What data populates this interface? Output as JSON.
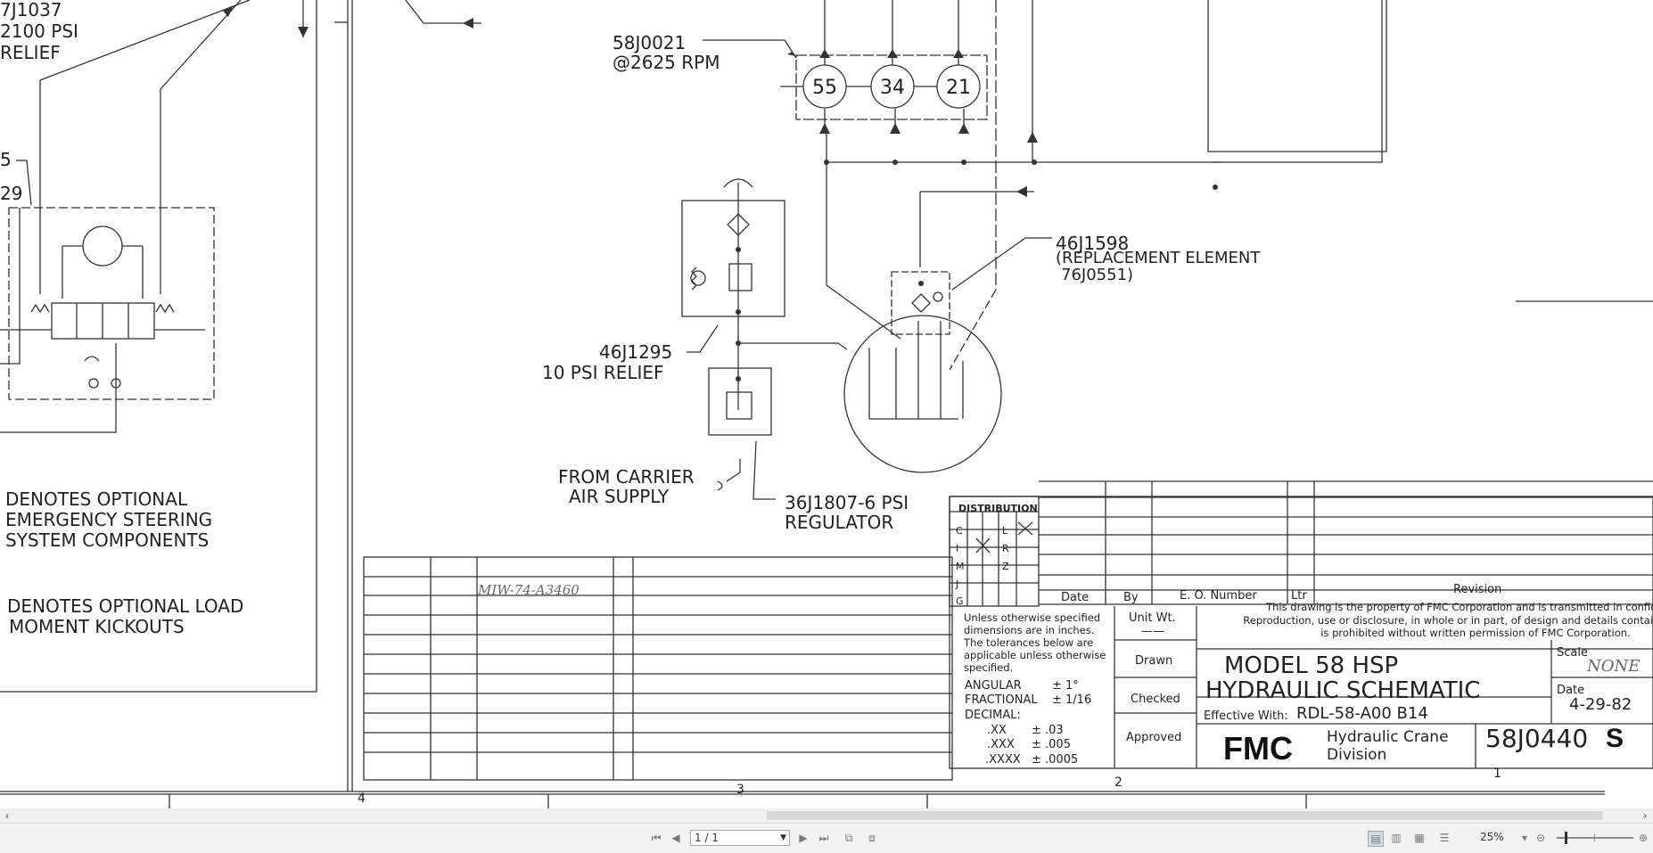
{
  "drawing": {
    "labels": {
      "top_left_part": "7J1037",
      "top_left_psi": "2100 PSI",
      "top_left_relief": "RELIEF",
      "left_callout_a": "5",
      "left_callout_b": "29",
      "pump_part": "58J0021",
      "pump_rpm": "@2625 RPM",
      "pump_sec_1": "55",
      "pump_sec_2": "34",
      "pump_sec_3": "21",
      "filter_part": "46J1598",
      "filter_replacement": "(REPLACEMENT ELEMENT",
      "filter_element": "76J0551)",
      "relief_part": "46J1295",
      "relief_desc": "10 PSI RELIEF",
      "carrier_line1": "FROM CARRIER",
      "carrier_line2": "AIR SUPPLY",
      "regulator_part": "36J1807-6 PSI",
      "regulator_desc": "REGULATOR",
      "note1_line1": "DENOTES OPTIONAL",
      "note1_line2": "EMERGENCY STEERING",
      "note1_line3": "SYSTEM COMPONENTS",
      "note2_line1": "DENOTES OPTIONAL LOAD",
      "note2_line2": "MOMENT KICKOUTS",
      "handwritten_ref": "MIW-74-A3460",
      "zone_4": "4",
      "zone_3": "3",
      "zone_2": "2",
      "zone_1": "1"
    },
    "title_block": {
      "distribution_header": "DISTRIBUTION",
      "dist_left": [
        "C",
        "I",
        "M",
        "J",
        "G"
      ],
      "dist_right": [
        "L",
        "R",
        "Z"
      ],
      "rev_date": "Date",
      "rev_by": "By",
      "rev_eo": "E. O. Number",
      "rev_ltr": "Ltr",
      "rev_revision": "Revision",
      "tol_line1": "Unless otherwise specified",
      "tol_line2": "dimensions are in inches.",
      "tol_line3": "The tolerances below are",
      "tol_line4": "applicable unless otherwise",
      "tol_line5": "specified.",
      "angular_label": "ANGULAR",
      "angular_value": "± 1°",
      "fractional_label": "FRACTIONAL",
      "fractional_value": "± 1/16",
      "decimal_label": "DECIMAL:",
      "dec_xx_label": ".XX",
      "dec_xx_value": "± .03",
      "dec_xxx_label": ".XXX",
      "dec_xxx_value": "± .005",
      "dec_xxxx_label": ".XXXX",
      "dec_xxxx_value": "± .0005",
      "unit_wt": "Unit Wt.",
      "unit_wt_value": "——",
      "drawn": "Drawn",
      "checked": "Checked",
      "approved": "Approved",
      "property_line1": "This drawing is the property of FMC Corporation and is transmitted in confidence.",
      "property_line2": "Reproduction, use or disclosure, in whole or in part, of design and details contained herein",
      "property_line3": "is prohibited without written permission of FMC Corporation.",
      "title_line1": "MODEL 58  HSP",
      "title_line2": "HYDRAULIC  SCHEMATIC",
      "effective_label": "Effective With:",
      "effective_value": "RDL-58-A00  B14",
      "scale_label": "Scale",
      "scale_value": "NONE",
      "date_label": "Date",
      "date_value": "4-29-82",
      "company_logo": "FMC",
      "division_line1": "Hydraulic Crane",
      "division_line2": "Division",
      "drawing_number": "58J0440",
      "drawing_suffix": "S"
    }
  },
  "viewer": {
    "page_indicator": "1 / 1",
    "zoom_level": "25%",
    "icons": [
      "first-page-icon",
      "prev-page-icon",
      "next-page-icon",
      "last-page-icon",
      "single-page-view-icon",
      "continuous-view-icon",
      "two-page-view-icon",
      "book-view-icon",
      "zoom-out-icon",
      "zoom-in-icon"
    ]
  }
}
